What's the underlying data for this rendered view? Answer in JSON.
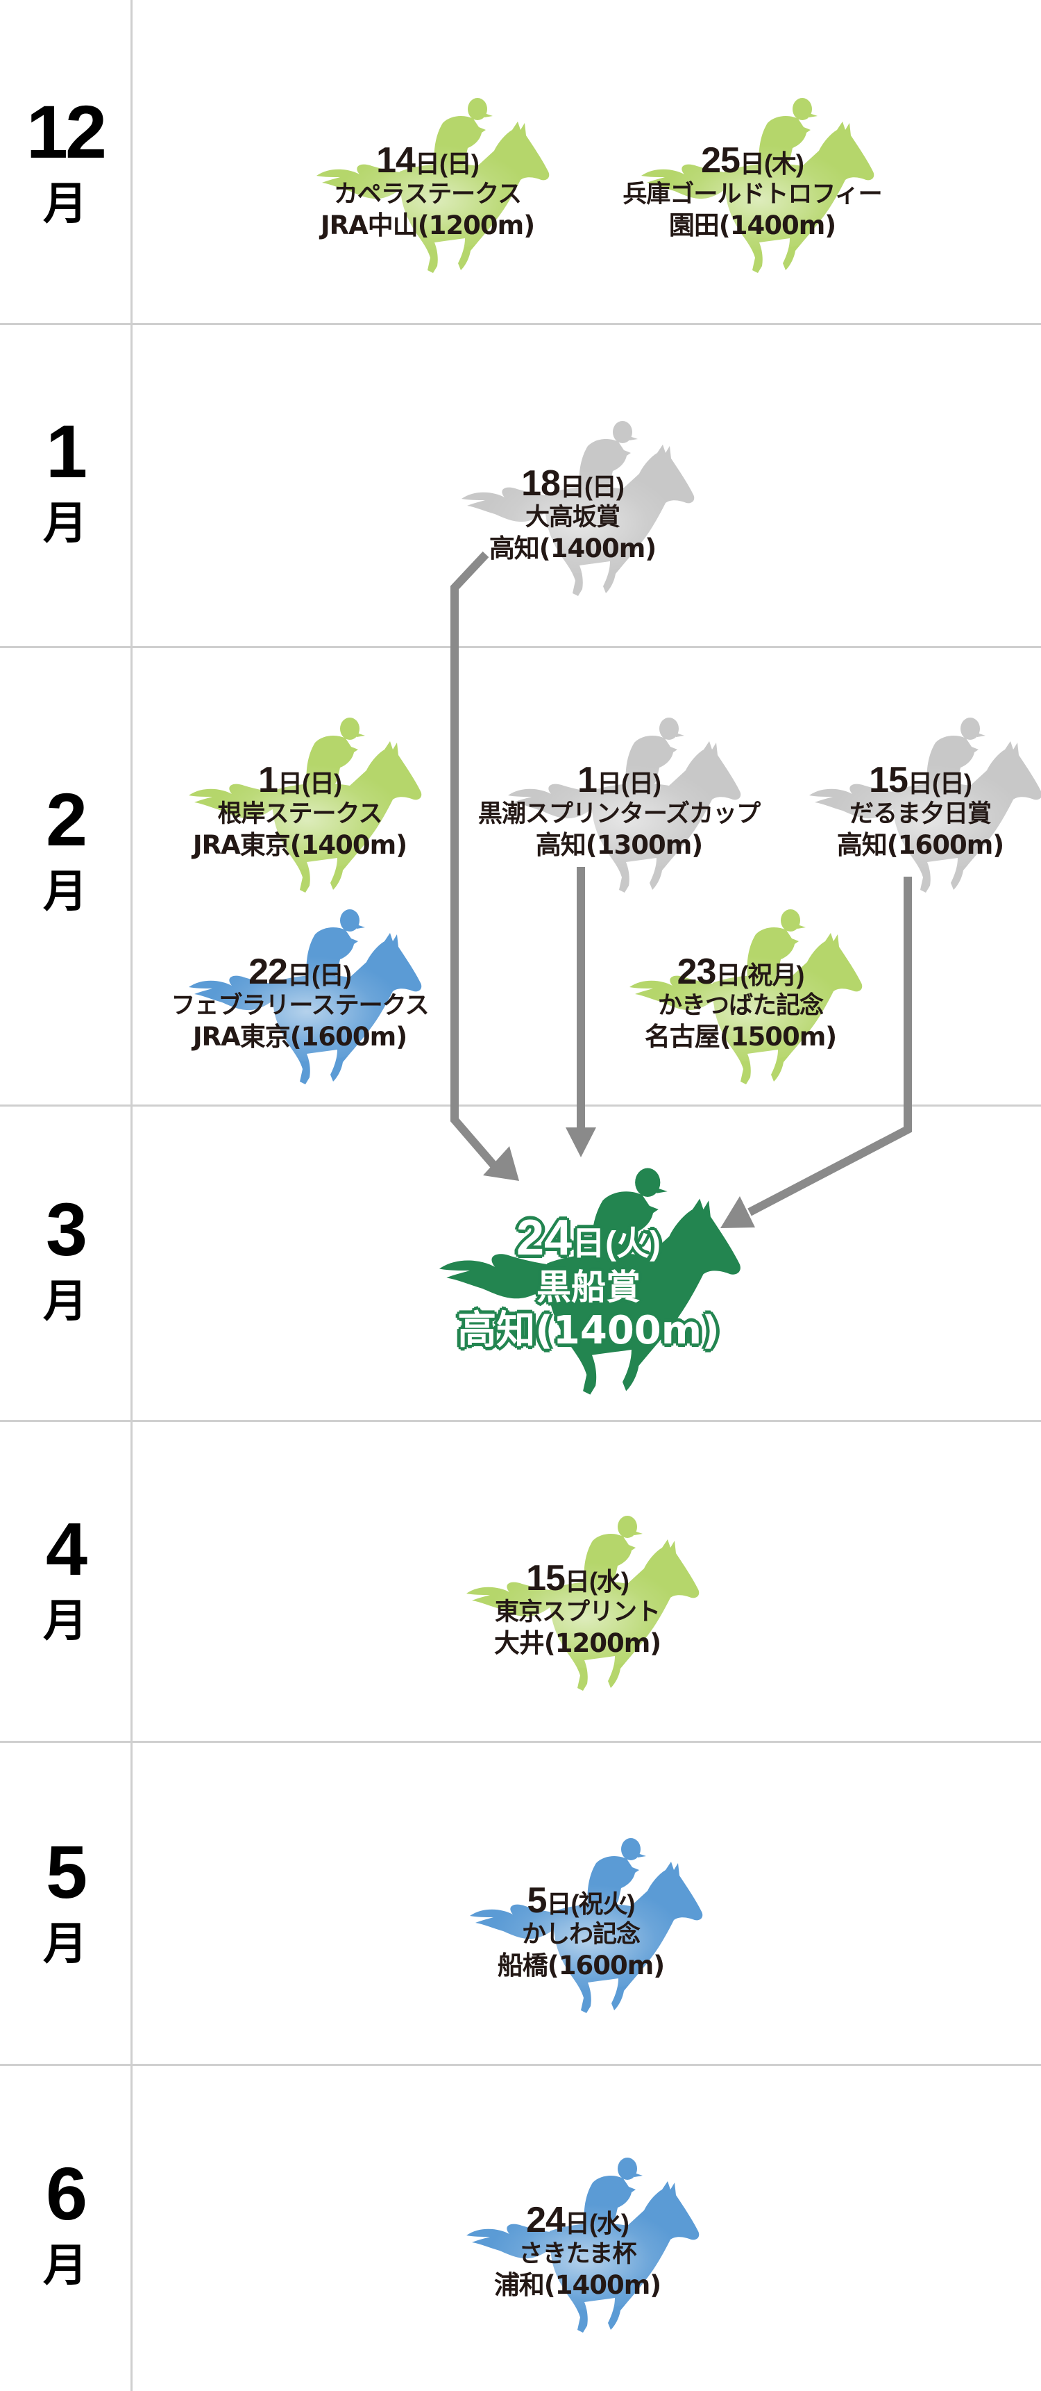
{
  "colors": {
    "jra_green": "#b5d66b",
    "blue": "#5b9bd5",
    "grey": "#c8c8c8",
    "main_green": "#238550",
    "arrow": "#8a8a8a",
    "text": "#231815",
    "divider": "#cfcfcf"
  },
  "months": [
    {
      "num": "12",
      "unit": "月"
    },
    {
      "num": "1",
      "unit": "月"
    },
    {
      "num": "2",
      "unit": "月"
    },
    {
      "num": "3",
      "unit": "月"
    },
    {
      "num": "4",
      "unit": "月"
    },
    {
      "num": "5",
      "unit": "月"
    },
    {
      "num": "6",
      "unit": "月"
    }
  ],
  "races": [
    {
      "month": "12",
      "day": "14",
      "day_suffix": "日",
      "weekday": "(日)",
      "name": "カペラステークス",
      "venue": "JRA中山(1200m)",
      "color": "green"
    },
    {
      "month": "12",
      "day": "25",
      "day_suffix": "日",
      "weekday": "(木)",
      "name": "兵庫ゴールドトロフィー",
      "venue": "園田(1400m)",
      "color": "green"
    },
    {
      "month": "1",
      "day": "18",
      "day_suffix": "日",
      "weekday": "(日)",
      "name": "大高坂賞",
      "venue": "高知(1400m)",
      "color": "grey"
    },
    {
      "month": "2",
      "day": "1",
      "day_suffix": "日",
      "weekday": "(日)",
      "name": "根岸ステークス",
      "venue": "JRA東京(1400m)",
      "color": "green"
    },
    {
      "month": "2",
      "day": "1",
      "day_suffix": "日",
      "weekday": "(日)",
      "name": "黒潮スプリンターズカップ",
      "venue": "高知(1300m)",
      "color": "grey"
    },
    {
      "month": "2",
      "day": "15",
      "day_suffix": "日",
      "weekday": "(日)",
      "name": "だるま夕日賞",
      "venue": "高知(1600m)",
      "color": "grey"
    },
    {
      "month": "2",
      "day": "22",
      "day_suffix": "日",
      "weekday": "(日)",
      "name": "フェブラリーステークス",
      "venue": "JRA東京(1600m)",
      "color": "blue"
    },
    {
      "month": "2",
      "day": "23",
      "day_suffix": "日",
      "weekday": "(祝月)",
      "name": "かきつばた記念",
      "venue": "名古屋(1500m)",
      "color": "green"
    },
    {
      "month": "4",
      "day": "15",
      "day_suffix": "日",
      "weekday": "(水)",
      "name": "東京スプリント",
      "venue": "大井(1200m)",
      "color": "green"
    },
    {
      "month": "5",
      "day": "5",
      "day_suffix": "日",
      "weekday": "(祝火)",
      "name": "かしわ記念",
      "venue": "船橋(1600m)",
      "color": "blue"
    },
    {
      "month": "6",
      "day": "24",
      "day_suffix": "日",
      "weekday": "(水)",
      "name": "さきたま杯",
      "venue": "浦和(1400m)",
      "color": "blue"
    }
  ],
  "main_race": {
    "month": "3",
    "day": "24",
    "day_suffix": "日",
    "weekday": "(火)",
    "name": "黒船賞",
    "venue": "高知(1400m)",
    "color": "main_green"
  },
  "arrows": [
    {
      "from": "大高坂賞",
      "to": "黒船賞"
    },
    {
      "from": "黒潮スプリンターズカップ",
      "to": "黒船賞"
    },
    {
      "from": "だるま夕日賞",
      "to": "黒船賞"
    }
  ]
}
